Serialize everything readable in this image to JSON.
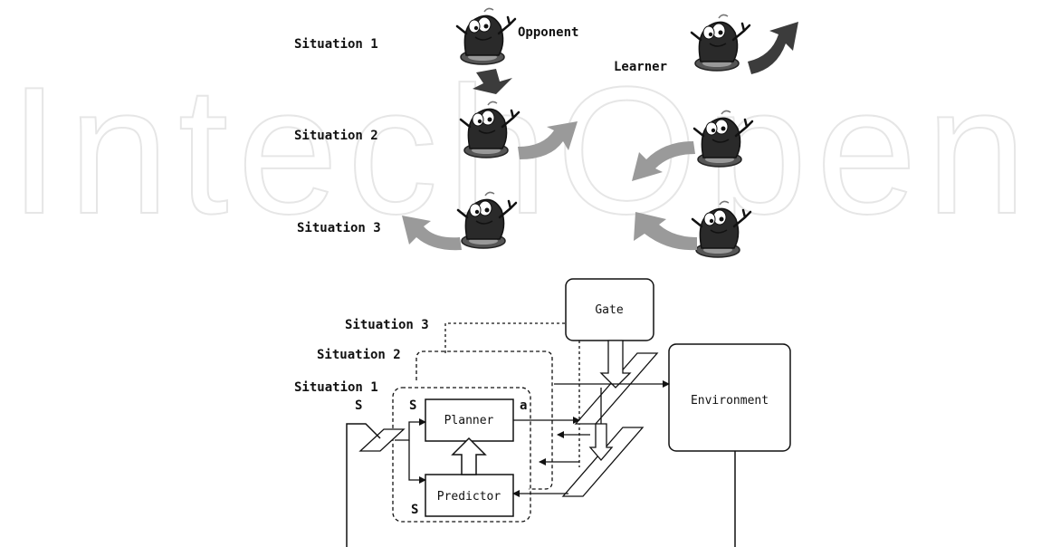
{
  "watermark": "IntechOpen",
  "top": {
    "situation_1": "Situation 1",
    "situation_2": "Situation 2",
    "situation_3": "Situation 3",
    "opponent": "Opponent",
    "learner": "Learner"
  },
  "bottom": {
    "situation_3": "Situation 3",
    "situation_2": "Situation 2",
    "situation_1": "Situation 1",
    "gate": "Gate",
    "environment": "Environment",
    "planner": "Planner",
    "predictor": "Predictor",
    "s_outer": "S",
    "s_planner": "S",
    "s_predictor": "S",
    "a_label": "a"
  },
  "colors": {
    "robot_body": "#2a2a2a",
    "dark_arrow": "#3c3c3c",
    "light_arrow": "#9a9a9a"
  }
}
